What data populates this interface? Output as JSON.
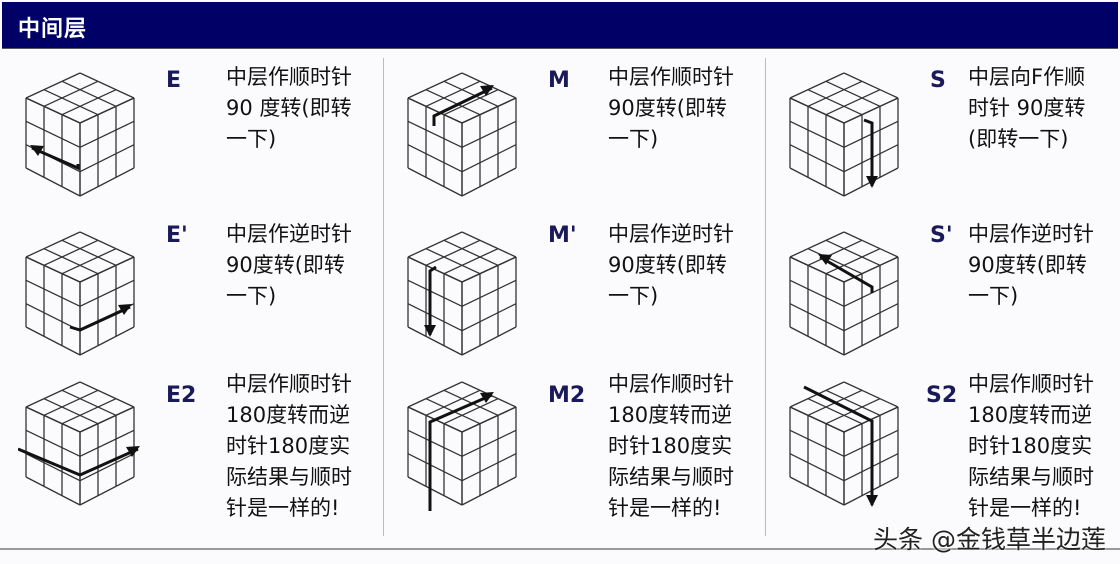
{
  "header": {
    "title": "中间层"
  },
  "columns": [
    {
      "moves": [
        {
          "notation": "E",
          "desc": "中层作顺时针\n90 度转(即转\n一下)",
          "arrow": "left"
        },
        {
          "notation": "E'",
          "desc": "中层作逆时针\n90度转(即转\n一下)",
          "arrow": "right"
        },
        {
          "notation": "E2",
          "desc": "中层作顺时针\n180度转而逆\n时针180度实\n际结果与顺时\n针是一样的!",
          "arrow": "through-right"
        }
      ]
    },
    {
      "moves": [
        {
          "notation": "M",
          "desc": "中层作顺时针\n90度转(即转\n一下)",
          "arrow": "up"
        },
        {
          "notation": "M'",
          "desc": "中层作逆时针\n90度转(即转\n一下)",
          "arrow": "down"
        },
        {
          "notation": "M2",
          "desc": "中层作顺时针\n180度转而逆\n时针180度实\n际结果与顺时\n针是一样的!",
          "arrow": "through-up"
        }
      ]
    },
    {
      "moves": [
        {
          "notation": "S",
          "desc": "中层向F作顺\n时针  90度转\n(即转一下)",
          "arrow": "down-right"
        },
        {
          "notation": "S'",
          "desc": "中层作逆时针\n90度转(即转\n一下)",
          "arrow": "up-left"
        },
        {
          "notation": "S2",
          "desc": "中层作顺时针\n180度转而逆\n时针180度实\n际结果与顺时\n针是一样的!",
          "arrow": "through-down"
        }
      ]
    }
  ],
  "watermark": "头条 @金钱草半边莲",
  "colors": {
    "header_bg": "#000066",
    "notation": "#1a1a5a",
    "background": "#fbfbfd"
  }
}
